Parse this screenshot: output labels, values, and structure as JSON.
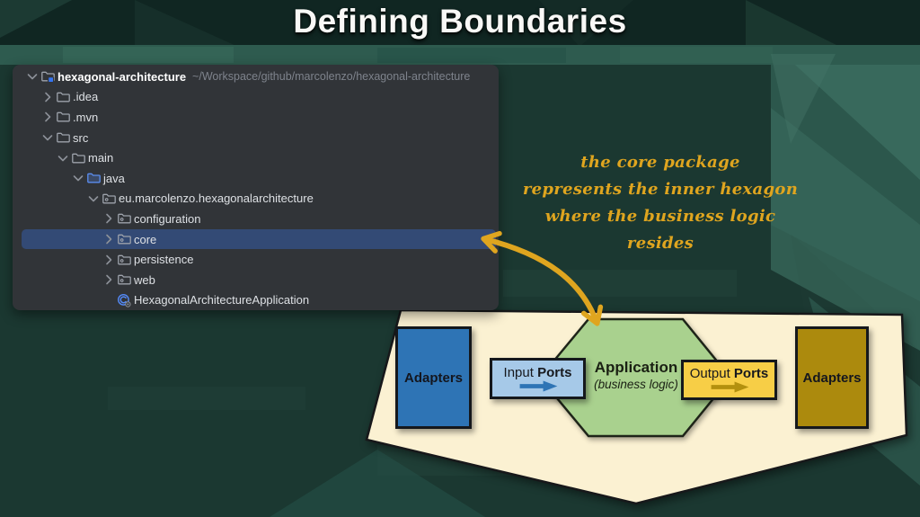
{
  "title": "Defining Boundaries",
  "project_tree": {
    "root": {
      "label": "hexagonal-architecture",
      "path": "~/Workspace/github/marcolenzo/hexagonal-architecture"
    },
    "items": [
      {
        "label": ".idea"
      },
      {
        "label": ".mvn"
      },
      {
        "label": "src"
      },
      {
        "label": "main"
      },
      {
        "label": "java"
      },
      {
        "label": "eu.marcolenzo.hexagonalarchitecture"
      },
      {
        "label": "configuration"
      },
      {
        "label": "core",
        "selected": true
      },
      {
        "label": "persistence"
      },
      {
        "label": "web"
      },
      {
        "label": "HexagonalArchitectureApplication"
      }
    ]
  },
  "annotation": {
    "line1": "the core package",
    "line2": "represents the inner hexagon",
    "line3": "where the business logic resides"
  },
  "diagram": {
    "left_adapter": "Adapters",
    "right_adapter": "Adapters",
    "input_ports_prefix": "Input",
    "input_ports_suffix": "Ports",
    "output_ports_prefix": "Output",
    "output_ports_suffix": "Ports",
    "application_title": "Application",
    "application_subtitle": "(business logic)"
  },
  "icons": {
    "chevron_collapsed": "›",
    "chevron_expanded": "⌄",
    "project_folder": "folder-with-blue-badge",
    "folder": "folder-outline",
    "source_folder": "blue-folder",
    "package": "folder-with-dot",
    "class": "blue-circle-C",
    "flow_arrow": "curved-gold-double-arrow",
    "port_arrow": "right-arrow"
  },
  "colors": {
    "bg-base": "#1B3831",
    "panel-bg": "#313438",
    "selection-blue": "#334A75",
    "tree-text": "#DDE0E4",
    "tree-muted": "#7E838C",
    "accent-gold": "#DFA51F",
    "cream": "#FBF1D2",
    "hex-green": "#A9D18E",
    "adapter-blue": "#2E74B5",
    "adapter-gold": "#AC8A0D",
    "port-blue": "#A6C9E8",
    "port-yellow": "#F7CE46",
    "arrow-blue": "#2E74B5",
    "arrow-gold": "#B3900E",
    "title-white": "#F8F8F6"
  }
}
